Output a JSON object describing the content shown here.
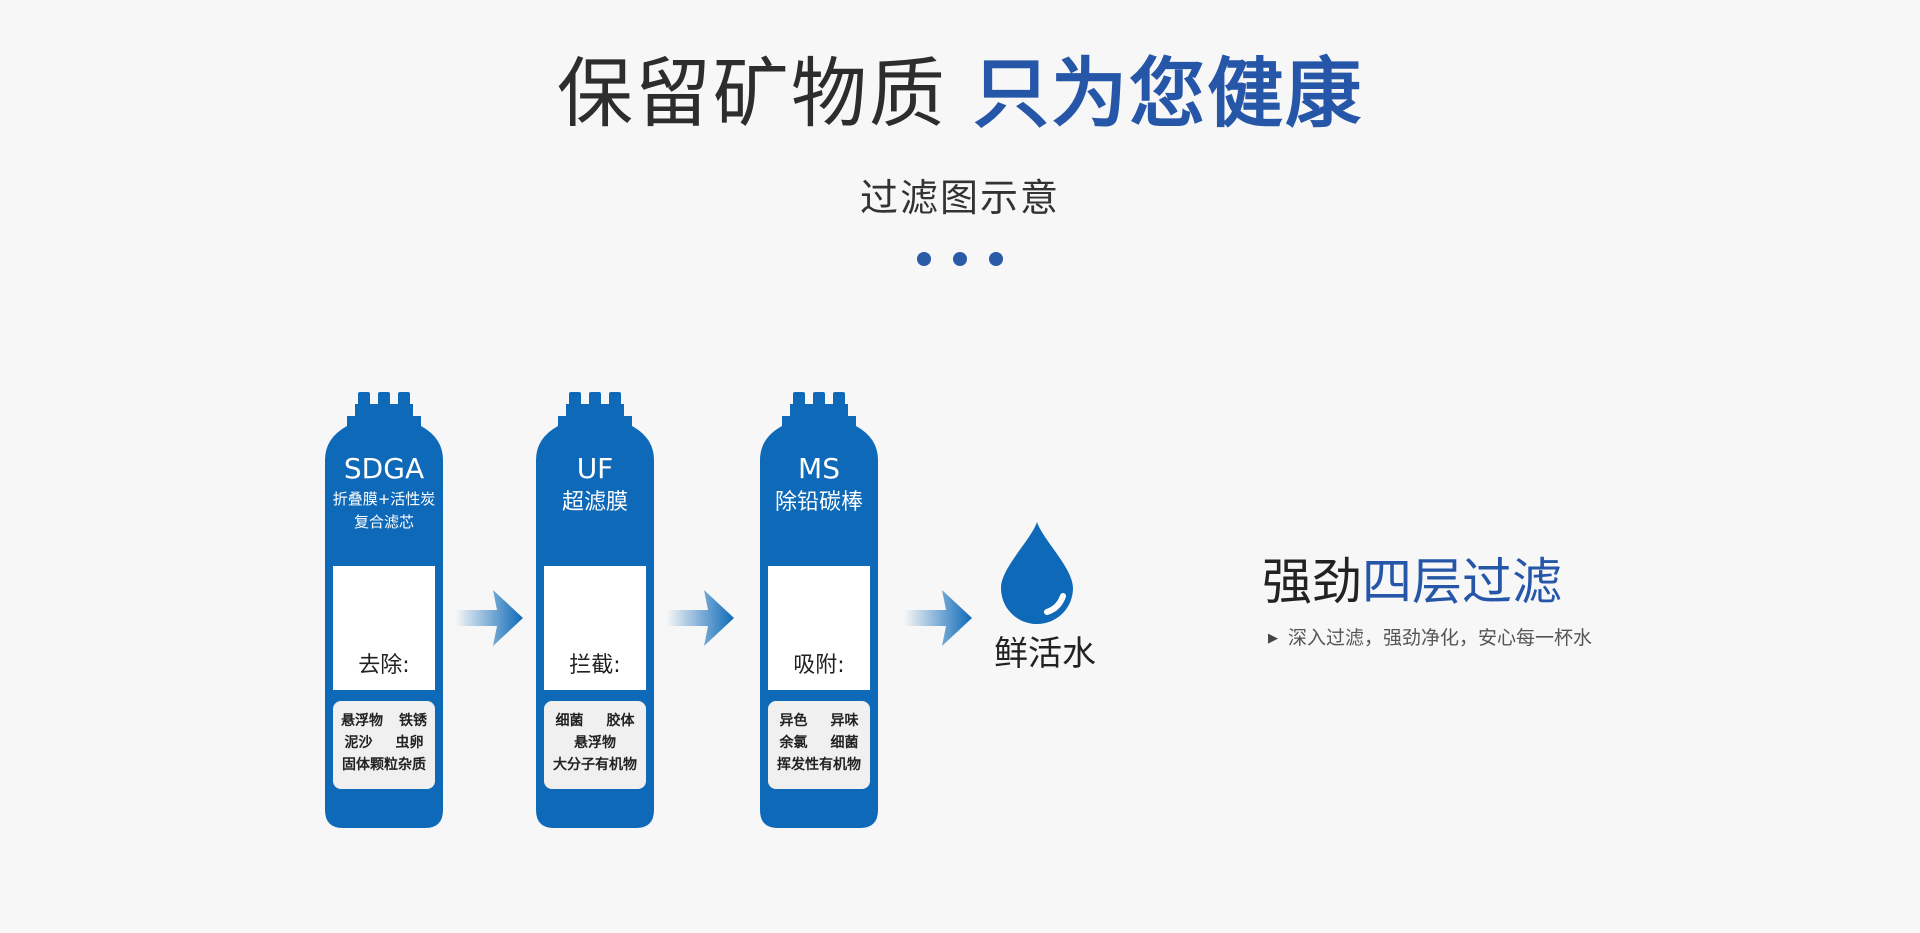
{
  "header": {
    "title_plain": "保留矿物质",
    "title_accent": "只为您健康",
    "subtitle": "过滤图示意"
  },
  "colors": {
    "accent": "#2656a8",
    "filter_blue": "#0e6ab8",
    "background": "#f7f7f7"
  },
  "filters": [
    {
      "code": "SDGA",
      "name": "折叠膜+活性炭复合滤芯",
      "action": "去除:",
      "items": [
        [
          "悬浮物",
          "铁锈"
        ],
        [
          "泥沙",
          "虫卵"
        ],
        [
          "固体颗粒杂质"
        ]
      ]
    },
    {
      "code": "UF",
      "name": "超滤膜",
      "action": "拦截:",
      "items": [
        [
          "细菌",
          "胶体"
        ],
        [
          "悬浮物"
        ],
        [
          "大分子有机物"
        ]
      ]
    },
    {
      "code": "MS",
      "name": "除铅碳棒",
      "action": "吸附:",
      "items": [
        [
          "异色",
          "异味"
        ],
        [
          "余氯",
          "细菌"
        ],
        [
          "挥发性有机物"
        ]
      ]
    }
  ],
  "output": {
    "icon": "water-drop-icon",
    "label": "鲜活水"
  },
  "feature": {
    "title_plain": "强劲",
    "title_accent": "四层过滤",
    "bullet_icon": "triangle-right-icon",
    "description": "深入过滤，强劲净化，安心每一杯水"
  }
}
